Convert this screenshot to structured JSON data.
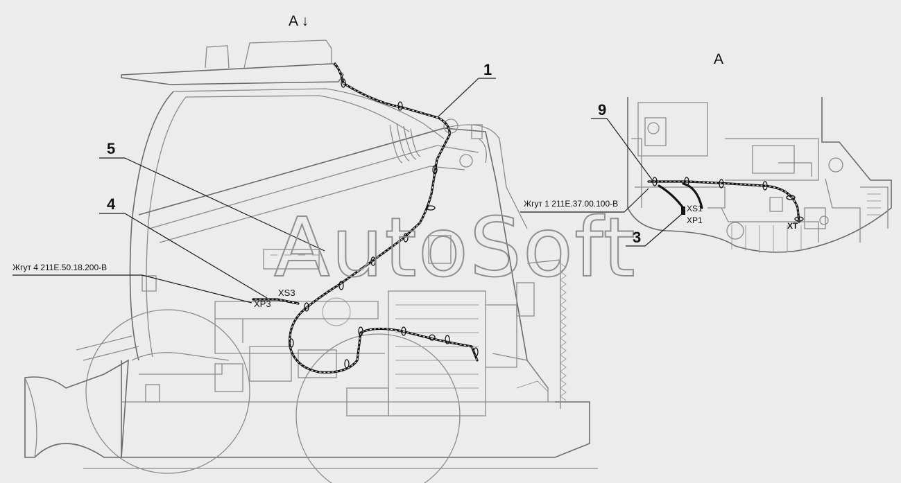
{
  "view_label_top": "A ↓",
  "view_label_detail": "A",
  "watermark": "AutoSoft",
  "callouts": {
    "c1": "1",
    "c3": "3",
    "c4": "4",
    "c5": "5",
    "c9": "9"
  },
  "harness_labels": {
    "harness1": "Жгут 1  211Е.37.00.100-В",
    "harness4": "Жгут 4  211Е.50.18.200-В"
  },
  "connectors": {
    "xs3": "XS3",
    "xp3": "XP3",
    "xs1": "XS1",
    "xp1": "XP1",
    "xt": "XT"
  }
}
